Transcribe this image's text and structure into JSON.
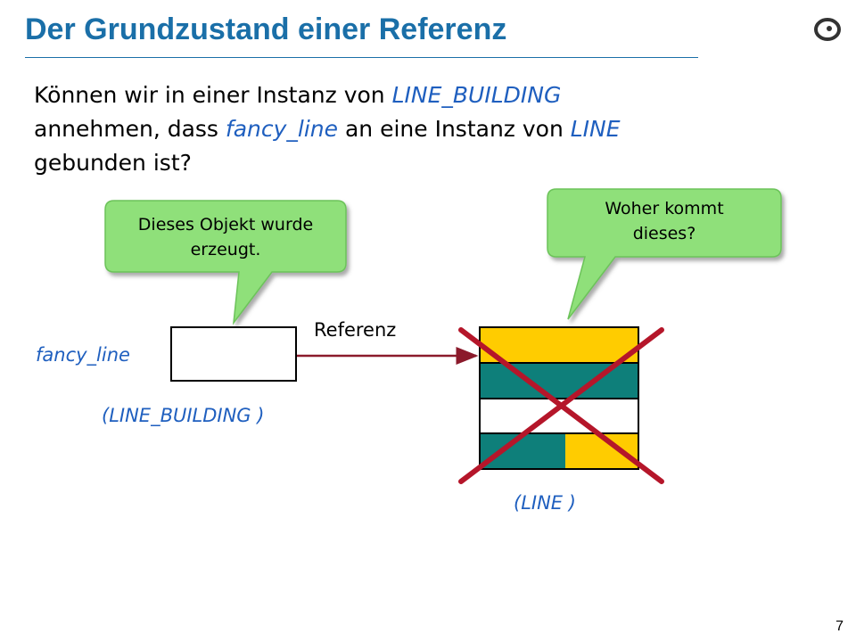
{
  "slide": {
    "title": "Der Grundzustand einer Referenz",
    "question": {
      "part1": "Können wir in einer Instanz von ",
      "class1": "LINE_BUILDING",
      "part2": " annehmen, dass ",
      "feature": "fancy_line",
      "part3": " an eine Instanz von ",
      "class2": "LINE",
      "part4": " gebunden ist?"
    },
    "bubble_left": {
      "line1": "Dieses Objekt wurde",
      "line2": "erzeugt."
    },
    "bubble_right": {
      "line1": "Woher kommt",
      "line2": "dieses?"
    },
    "field_label": "fancy_line",
    "reference_label": "Referenz",
    "left_object_type": "(LINE_BUILDING )",
    "right_object_type": "(LINE )",
    "page_number": "7",
    "colors": {
      "title": "#1a6fa8",
      "keyword": "#1f5fbf",
      "bubble": "#8fe07a",
      "arrow": "#8b1a2b",
      "cross": "#b5162a",
      "yellow": "#ffcc00",
      "teal": "#0e7f7a"
    }
  }
}
